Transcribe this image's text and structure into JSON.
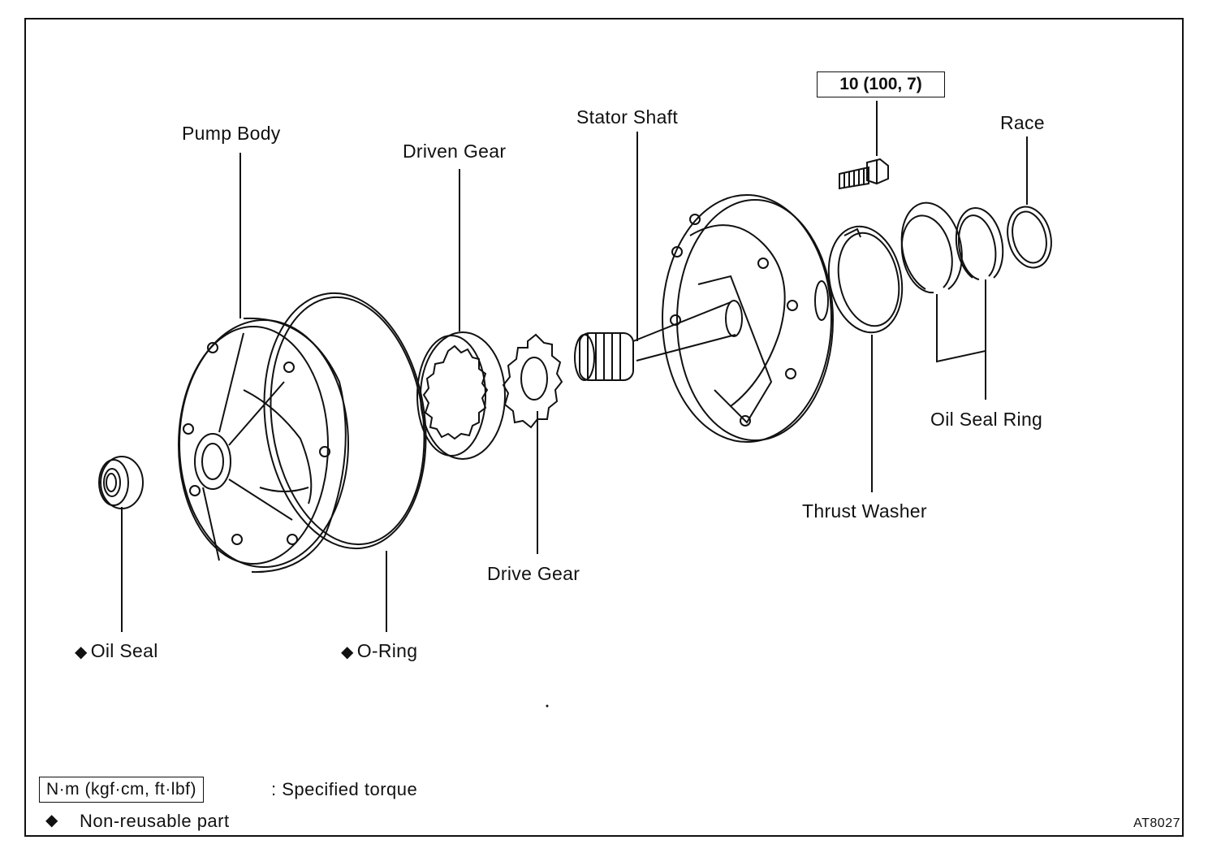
{
  "labels": {
    "pump_body": "Pump Body",
    "driven_gear": "Driven Gear",
    "stator_shaft": "Stator Shaft",
    "race": "Race",
    "oil_seal_ring": "Oil Seal Ring",
    "thrust_washer": "Thrust Washer",
    "drive_gear": "Drive Gear",
    "oil_seal": "Oil Seal",
    "o_ring": "O-Ring"
  },
  "torque_spec": "10 (100, 7)",
  "legend": {
    "torque_units": "N·m (kgf·cm, ft·lbf)",
    "torque_meaning": ":  Specified torque",
    "nonreusable_symbol": "◆",
    "nonreusable_meaning": "Non-reusable part"
  },
  "diagram_code": "AT8027"
}
